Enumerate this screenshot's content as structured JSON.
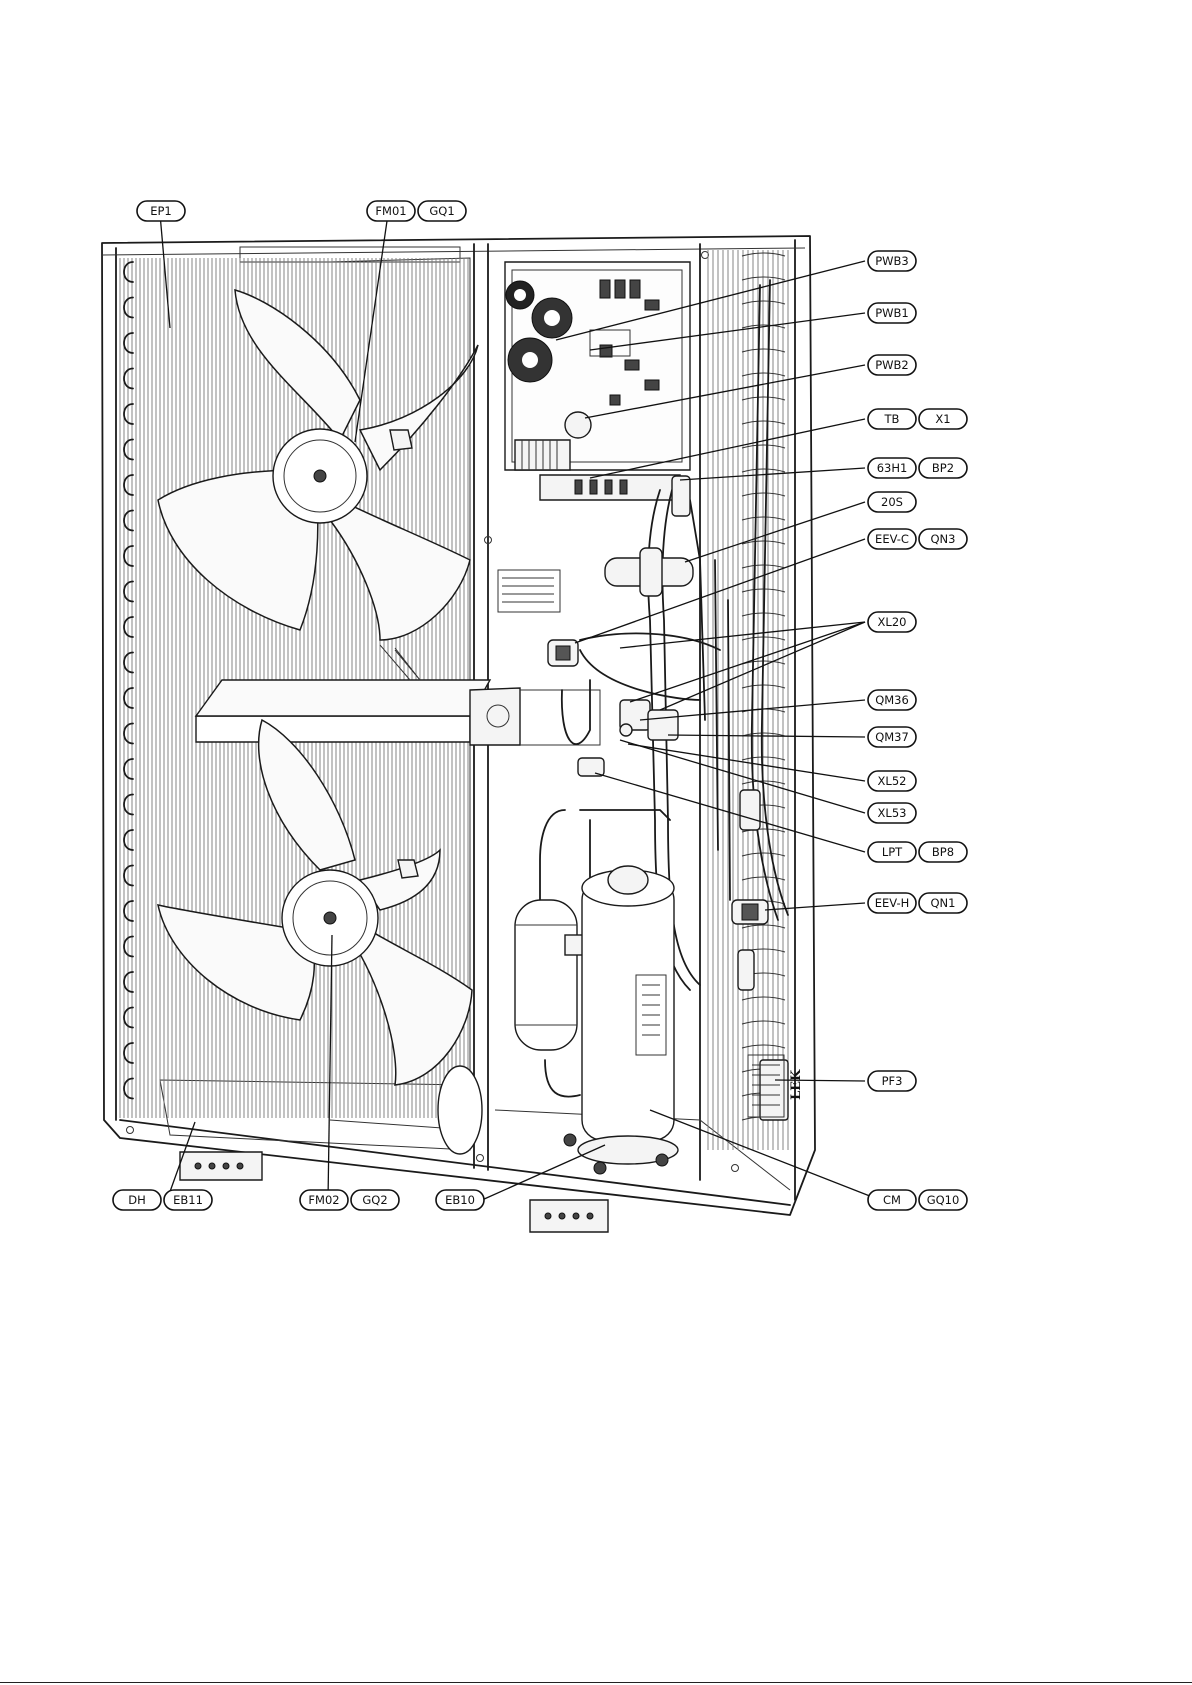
{
  "labels": {
    "EP1": "EP1",
    "FM01": "FM01",
    "GQ1": "GQ1",
    "PWB3": "PWB3",
    "PWB1": "PWB1",
    "PWB2": "PWB2",
    "TB": "TB",
    "X1": "X1",
    "63H1": "63H1",
    "BP2": "BP2",
    "20S": "20S",
    "EEV-C": "EEV-C",
    "QN3": "QN3",
    "XL20": "XL20",
    "QM36": "QM36",
    "QM37": "QM37",
    "XL52": "XL52",
    "XL53": "XL53",
    "LPT": "LPT",
    "BP8": "BP8",
    "EEV-H": "EEV-H",
    "QN1": "QN1",
    "PF3": "PF3",
    "CM": "CM",
    "GQ10": "GQ10",
    "DH": "DH",
    "EB11": "EB11",
    "FM02": "FM02",
    "GQ2": "GQ2",
    "EB10": "EB10"
  },
  "casing_mark": "LEK"
}
